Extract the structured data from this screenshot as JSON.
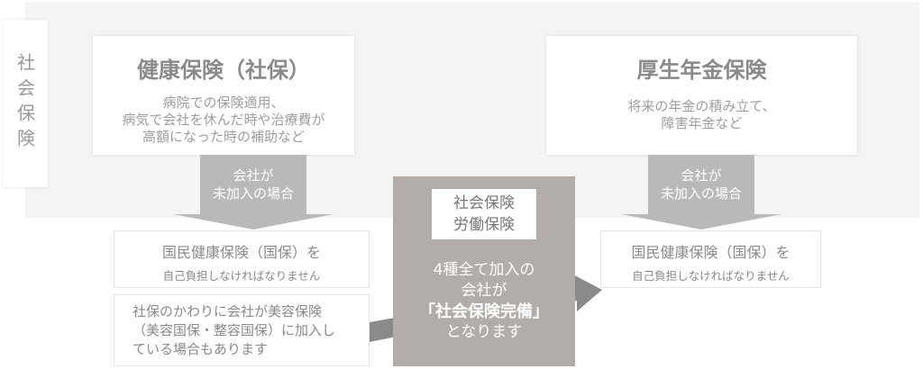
{
  "side_label": "社会保険",
  "health": {
    "title": "健康保険（社保）",
    "desc": "病院での保険適用、\n病気で会社を休んだ時や治療費が\n高額になった時の補助など"
  },
  "pension": {
    "title": "厚生年金保険",
    "desc": "将来の年金の積み立て、\n障害年金など"
  },
  "arrow_label": "会社が\n未加入の場合",
  "kokuho": {
    "line1": "国民健康保険（国保）を",
    "line2": "自己負担しなければなりません"
  },
  "note": "社保のかわりに会社が美容保険\n（美容国保・整容国保）に加入し\nている場合もあります",
  "center": {
    "tag": "社会保険\n労働保険",
    "line1": "4種全て加入の",
    "line2": "会社が",
    "line3": "「社会保険完備」",
    "line4": "となります"
  },
  "colors": {
    "band": "#f4f4f4",
    "arrow": "#b9b9b9",
    "center_box": "#b2ada8",
    "dark_arrow": "#8a8a8a"
  }
}
